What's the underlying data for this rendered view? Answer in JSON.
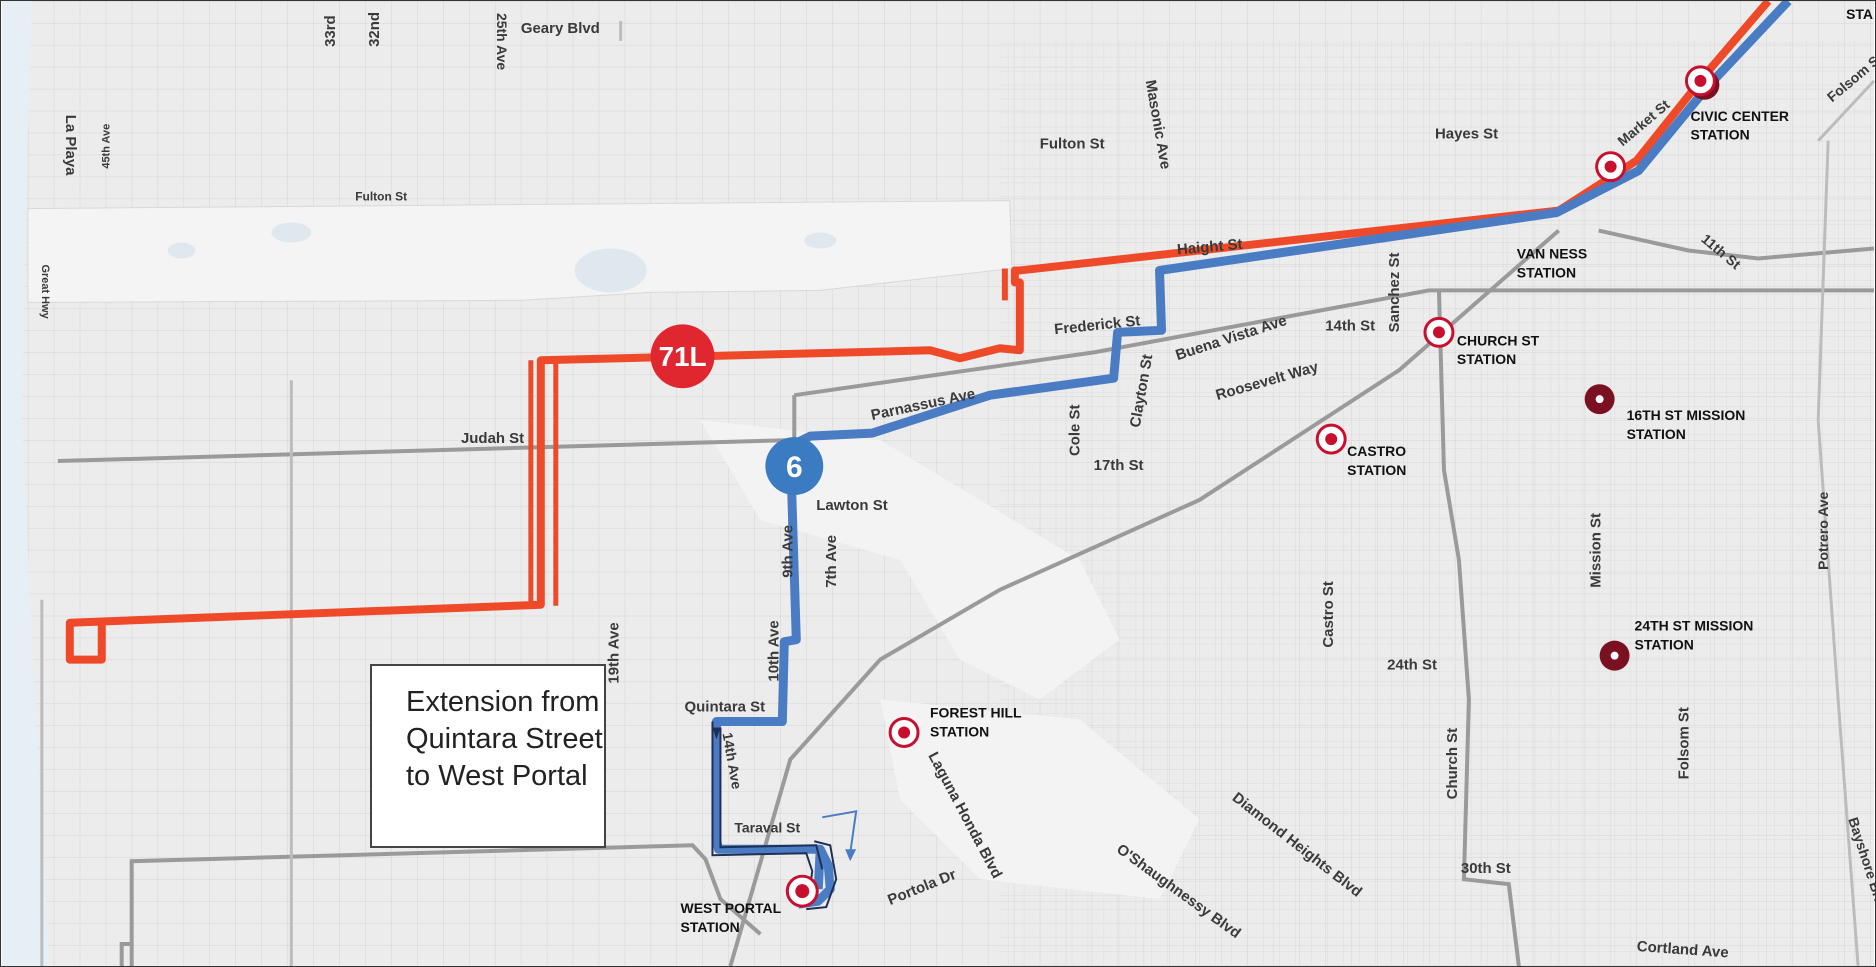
{
  "map": {
    "routes": [
      {
        "id": "71L",
        "badge": "71L",
        "color": "#ee4a2a"
      },
      {
        "id": "6",
        "badge": "6",
        "color": "#4a7cc4"
      }
    ],
    "callout": "Extension from Quintara Street to West Portal",
    "stations": [
      {
        "id": "civic",
        "lines": [
          "CIVIC CENTER",
          "STATION"
        ]
      },
      {
        "id": "vanness",
        "lines": [
          "VAN NESS",
          "STATION"
        ]
      },
      {
        "id": "church",
        "lines": [
          "CHURCH ST",
          "STATION"
        ]
      },
      {
        "id": "mission16",
        "lines": [
          "16TH ST MISSION",
          "STATION"
        ]
      },
      {
        "id": "castro",
        "lines": [
          "CASTRO",
          "STATION"
        ]
      },
      {
        "id": "mission24",
        "lines": [
          "24TH ST MISSION",
          "STATION"
        ]
      },
      {
        "id": "foresthill",
        "lines": [
          "FOREST HILL",
          "STATION"
        ]
      },
      {
        "id": "westportal",
        "lines": [
          "WEST PORTAL",
          "STATION"
        ]
      },
      {
        "id": "sta",
        "lines": [
          "STA"
        ]
      }
    ],
    "streets": {
      "geary": "Geary Blvd",
      "s33rd": "33rd",
      "s32nd": "32nd",
      "s25th": "25th Ave",
      "laplaya": "La Playa",
      "s45th": "45th Ave",
      "fulton_w": "Fulton St",
      "fulton_e": "Fulton St",
      "masonic": "Masonic Ave",
      "hayes": "Hayes St",
      "market": "Market St",
      "folsom_n": "Folsom St",
      "haight": "Haight St",
      "s11th": "11th St",
      "greathwy": "Great Hwy",
      "frederick": "Frederick St",
      "buenavista": "Buena Vista Ave",
      "s14th": "14th St",
      "sanchez": "Sanchez St",
      "roosevelt": "Roosevelt Way",
      "parnassus": "Parnassus Ave",
      "cole": "Cole St",
      "clayton": "Clayton St",
      "judah": "Judah St",
      "s17th": "17th St",
      "lawton": "Lawton St",
      "s9th": "9th Ave",
      "s7th": "7th Ave",
      "mission": "Mission St",
      "potrero": "Potrero Ave",
      "s19th": "19th Ave",
      "s10th": "10th Ave",
      "castrost": "Castro St",
      "s24th": "24th St",
      "quintara": "Quintara St",
      "s14thave": "14th Ave",
      "taraval": "Taraval St",
      "lagunahonda": "Laguna Honda Blvd",
      "diamond": "Diamond Heights Blvd",
      "churchst": "Church St",
      "folsom_s": "Folsom St",
      "portola": "Portola Dr",
      "oshaughnessy": "O'Shaughnessy Blvd",
      "s30th": "30th St",
      "bayshore": "Bayshore Blvd",
      "cortland": "Cortland Ave"
    }
  },
  "colors": {
    "red_route": "#ee4a2a",
    "blue_route": "#4a7cc4",
    "grey_lines": "#9a9a9a",
    "station_ring": "#c8102e",
    "bart_station": "#7a1020"
  }
}
